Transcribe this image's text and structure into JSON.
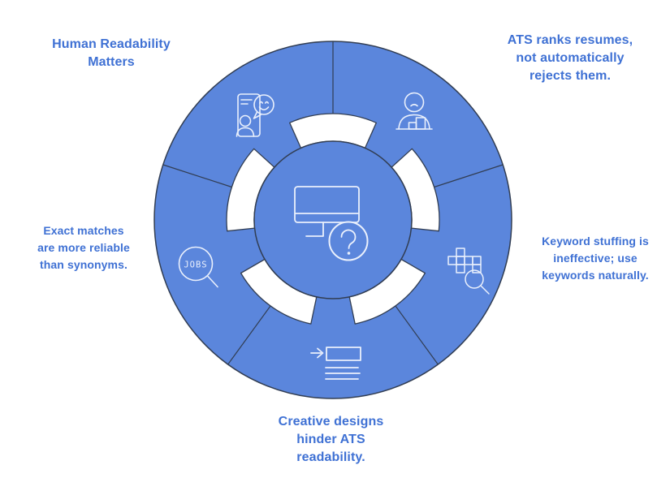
{
  "diagram": {
    "type": "circular-infographic",
    "topic": "ATS resume readability tips",
    "colors": {
      "segment_fill": "#5b86dc",
      "outline": "#313d52",
      "label_text": "#3f71d4",
      "icon_stroke": "#eaf0fc",
      "background": "#ffffff"
    },
    "center": {
      "icon": "monitor-question-icon",
      "question_mark": "?"
    },
    "segments": [
      {
        "id": "human-readability",
        "position": "top-left",
        "icon": "phone-chat-smiley-icon",
        "label": "Human Readability\nMatters"
      },
      {
        "id": "ats-ranks",
        "position": "top-right",
        "icon": "person-desk-icon",
        "label": "ATS ranks resumes,\nnot automatically\nrejects them."
      },
      {
        "id": "keyword-stuffing",
        "position": "right",
        "icon": "crossword-magnifier-icon",
        "label": "Keyword stuffing is\nineffective; use\nkeywords naturally."
      },
      {
        "id": "creative-designs",
        "position": "bottom",
        "icon": "arrow-list-icon",
        "label": "Creative designs\nhinder ATS\nreadability."
      },
      {
        "id": "exact-matches",
        "position": "left",
        "icon": "jobs-magnifier-icon",
        "icon_text": "JOBS",
        "label": "Exact matches\nare more reliable\nthan synonyms."
      }
    ]
  }
}
